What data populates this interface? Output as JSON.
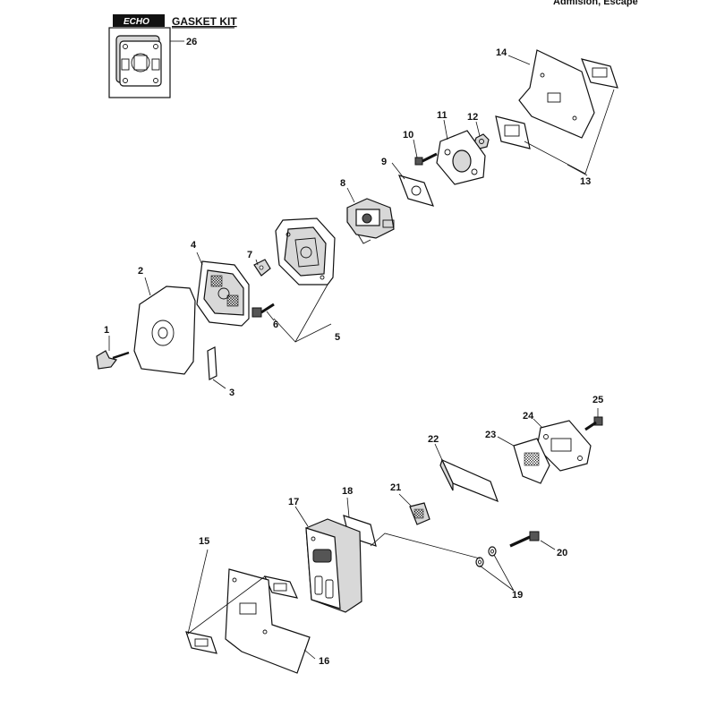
{
  "header": {
    "section_title": "Admision, Escape"
  },
  "gasket_kit": {
    "brand": "ECHO",
    "title": "GASKET KIT",
    "number": "26"
  },
  "callouts": {
    "p1": "1",
    "p2": "2",
    "p3": "3",
    "p4": "4",
    "p5": "5",
    "p6": "6",
    "p7": "7",
    "p8": "8",
    "p9": "9",
    "p10": "10",
    "p11": "11",
    "p12": "12",
    "p13": "13",
    "p14": "14",
    "p15": "15",
    "p16": "16",
    "p17": "17",
    "p18": "18",
    "p19": "19",
    "p20": "20",
    "p21": "21",
    "p22": "22",
    "p23": "23",
    "p24": "24",
    "p25": "25"
  }
}
